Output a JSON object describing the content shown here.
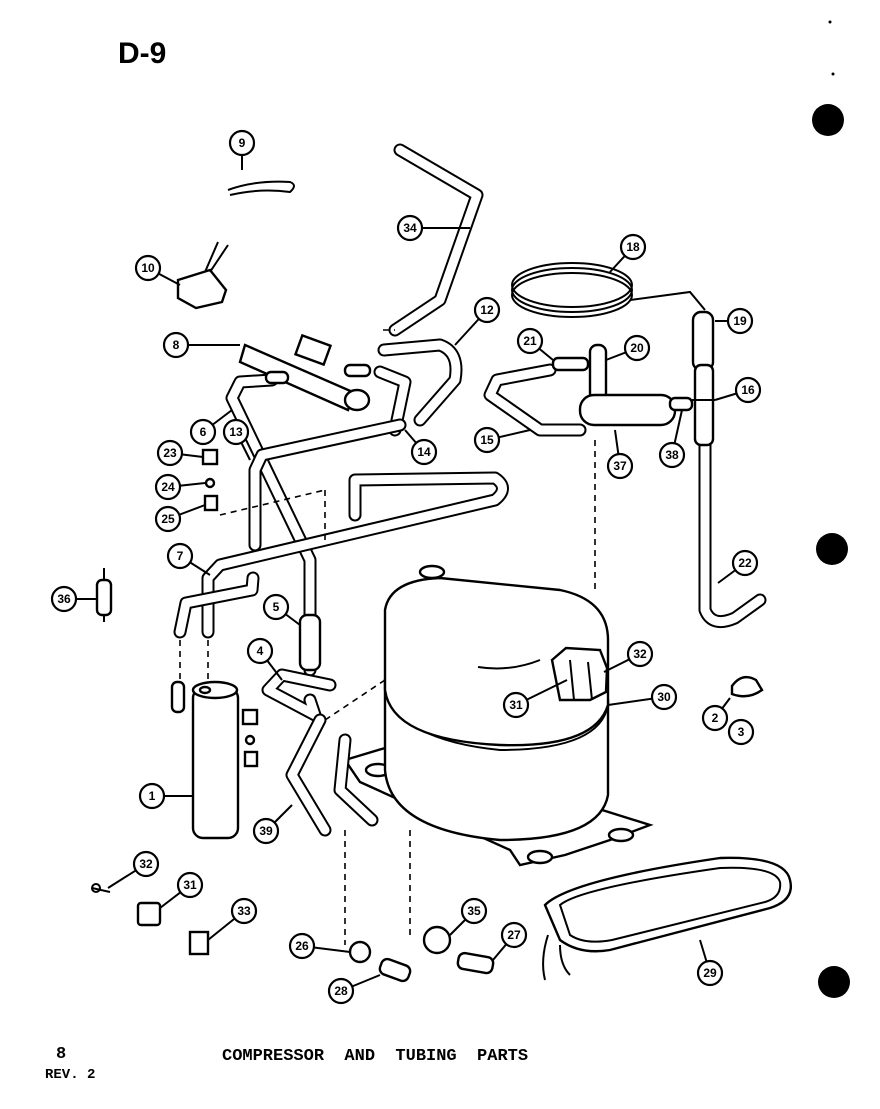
{
  "header": {
    "code": "D-9"
  },
  "footer": {
    "page_number": "8",
    "revision": "REV. 2",
    "title": "COMPRESSOR  AND  TUBING  PARTS"
  },
  "callouts": [
    {
      "label": "9"
    },
    {
      "label": "34"
    },
    {
      "label": "10"
    },
    {
      "label": "18"
    },
    {
      "label": "12"
    },
    {
      "label": "19"
    },
    {
      "label": "8"
    },
    {
      "label": "21"
    },
    {
      "label": "20"
    },
    {
      "label": "16"
    },
    {
      "label": "6"
    },
    {
      "label": "13"
    },
    {
      "label": "23"
    },
    {
      "label": "14"
    },
    {
      "label": "15"
    },
    {
      "label": "37"
    },
    {
      "label": "38"
    },
    {
      "label": "24"
    },
    {
      "label": "25"
    },
    {
      "label": "7"
    },
    {
      "label": "22"
    },
    {
      "label": "36"
    },
    {
      "label": "5"
    },
    {
      "label": "4"
    },
    {
      "label": "32"
    },
    {
      "label": "31"
    },
    {
      "label": "30"
    },
    {
      "label": "2"
    },
    {
      "label": "3"
    },
    {
      "label": "1"
    },
    {
      "label": "39"
    },
    {
      "label": "32"
    },
    {
      "label": "31"
    },
    {
      "label": "33"
    },
    {
      "label": "35"
    },
    {
      "label": "26"
    },
    {
      "label": "27"
    },
    {
      "label": "28"
    },
    {
      "label": "29"
    }
  ]
}
